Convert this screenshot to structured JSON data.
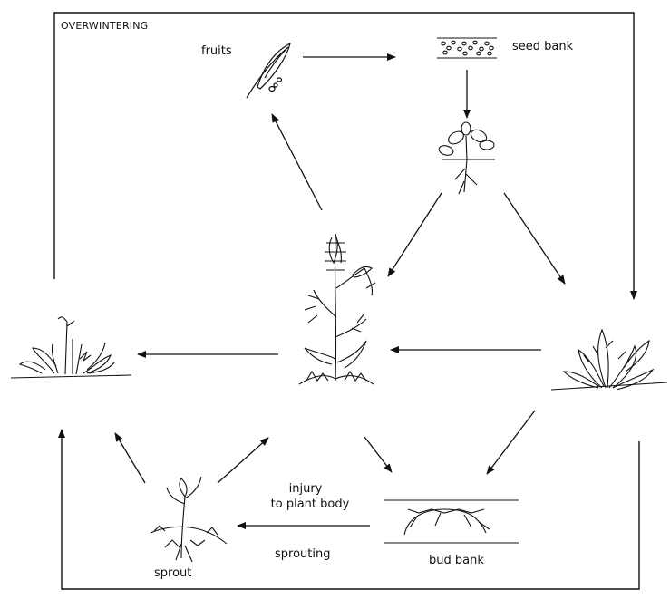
{
  "labels": {
    "overwintering": "OVERWINTERING",
    "fruits": "fruits",
    "seed_bank": "seed bank",
    "injury_line1": "injury",
    "injury_line2": "to plant body",
    "sprouting": "sprouting",
    "bud_bank": "bud bank",
    "sprout": "sprout"
  },
  "colors": {
    "ink": "#111111",
    "background": "#ffffff"
  }
}
